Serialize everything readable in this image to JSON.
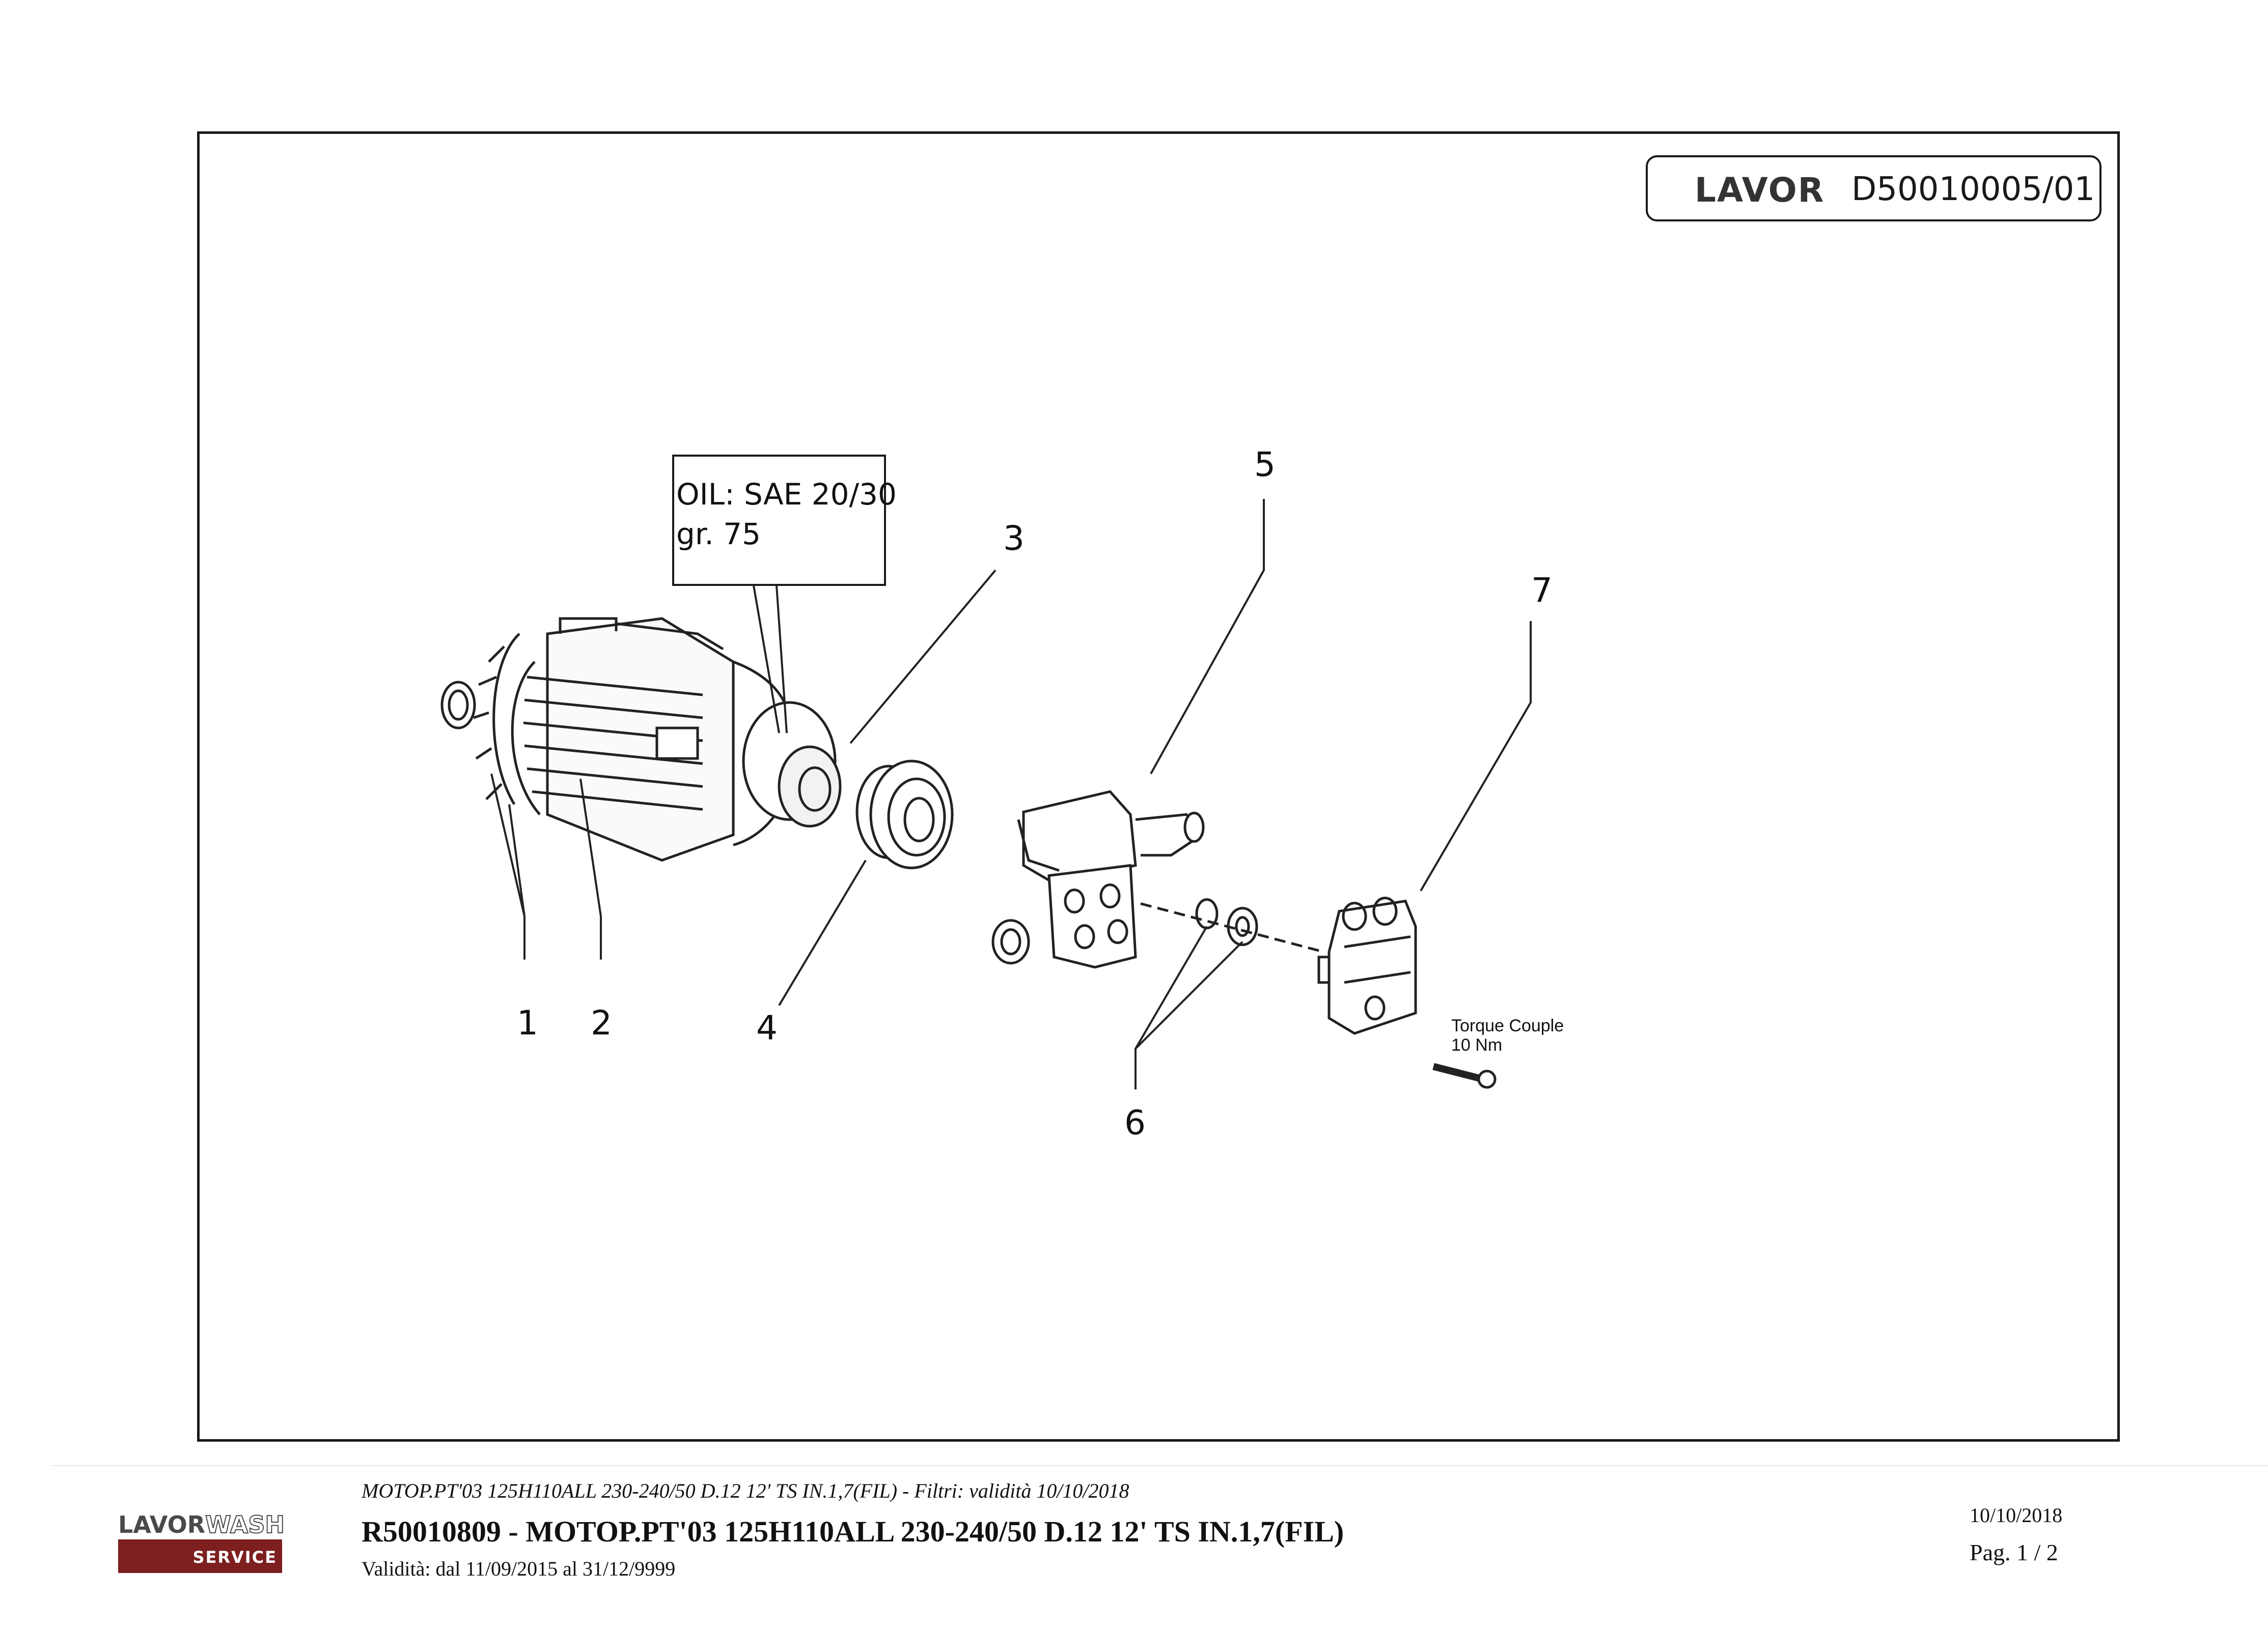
{
  "header": {
    "brand": "LAVOR",
    "doc_number": "D50010005/01"
  },
  "diagram": {
    "callouts": [
      "1",
      "2",
      "3",
      "4",
      "5",
      "6",
      "7"
    ],
    "oil_note": {
      "line1": "OIL: SAE 20/30",
      "line2": "gr. 75"
    },
    "torque_note": {
      "line1": "Torque Couple",
      "line2": "10 Nm"
    }
  },
  "footer": {
    "logo_top_left": "LAVOR",
    "logo_top_right": "WASH",
    "logo_bottom": "SERVICE",
    "filter_line": "MOTOP.PT'03 125H110ALL 230-240/50 D.12 12' TS IN.1,7(FIL) - Filtri: validità 10/10/2018",
    "title": "R50010809 - MOTOP.PT'03 125H110ALL 230-240/50 D.12 12' TS IN.1,7(FIL)",
    "validity": "Validità: dal 11/09/2015 al 31/12/9999",
    "date": "10/10/2018",
    "page": "Pag. 1 / 2"
  },
  "colors": {
    "frame": "#1a1a1a",
    "logo_bar": "#7d1f1f"
  }
}
